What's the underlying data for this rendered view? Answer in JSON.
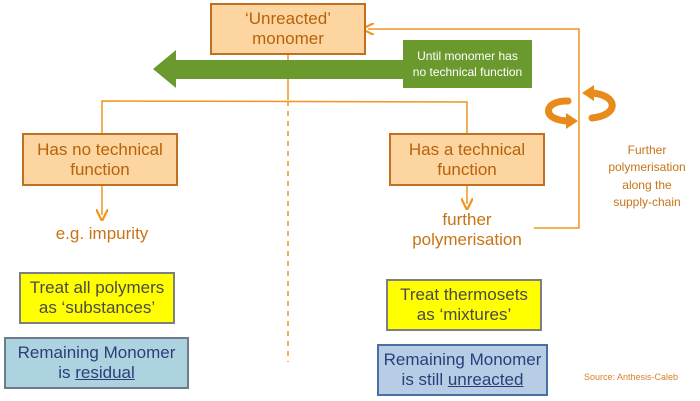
{
  "top_box": {
    "line1": "‘Unreacted’",
    "line2": "monomer"
  },
  "green_arrow": {
    "line1": "Until monomer has",
    "line2": "no technical function"
  },
  "left_branch": {
    "box": {
      "line1": "Has no technical",
      "line2": "function"
    },
    "result": "e.g. impurity",
    "treat_box": {
      "line1": "Treat all polymers",
      "line2": "as ‘substances’"
    },
    "monomer_box": {
      "line1": "Remaining Monomer",
      "line2_prefix": "is ",
      "line2_underlined": "residual"
    }
  },
  "right_branch": {
    "box": {
      "line1": "Has a technical",
      "line2": "function"
    },
    "result": {
      "line1": "further",
      "line2": "polymerisation"
    },
    "treat_box": {
      "line1": "Treat thermosets",
      "line2": "as ‘mixtures’"
    },
    "monomer_box": {
      "line1": "Remaining Monomer",
      "line2_prefix": "is still ",
      "line2_underlined": "unreacted"
    }
  },
  "loop_label": {
    "line1": "Further",
    "line2": "polymerisation",
    "line3": "along the",
    "line4": "supply-chain"
  },
  "source": "Source: Anthesis-Caleb",
  "colors": {
    "orange_line": "#f0961e",
    "orange_box": "#fcd5a0",
    "green": "#6a9a2e",
    "yellow": "#ffff00",
    "blue_left": "#add3e0",
    "blue_right": "#b7cde6"
  }
}
